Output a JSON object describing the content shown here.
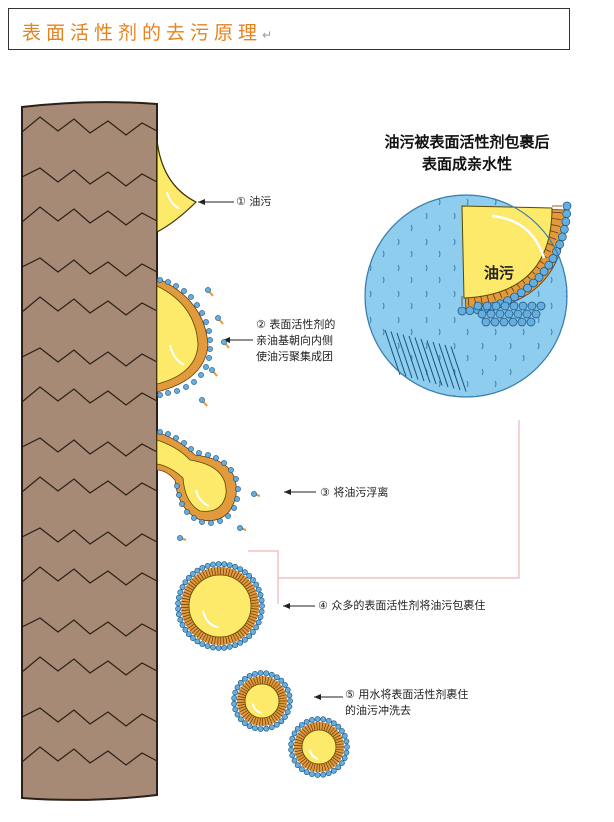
{
  "title": "表面活性剂的去污原理",
  "title_mark": "↵",
  "inset": {
    "title_line1": "油污被表面活性剂包裹后",
    "title_line2": "表面成亲水性",
    "oil_label": "油污"
  },
  "steps": [
    {
      "lines": [
        "① 油污"
      ]
    },
    {
      "lines": [
        "② 表面活性剂的",
        "亲油基朝向内侧",
        "使油污聚集成团"
      ]
    },
    {
      "lines": [
        "③ 将油污浮离"
      ]
    },
    {
      "lines": [
        "④ 众多的表面活性剂将油污包裹住"
      ]
    },
    {
      "lines": [
        "⑤ 用水将表面活性剂裹住",
        "的油污冲洗去"
      ]
    }
  ],
  "colors": {
    "fiber": "#a68a75",
    "oil": "#fde96a",
    "tail": "#e19a3c",
    "head": "#64aee0",
    "water": "#8ecdee",
    "connector": "#f0b4b4"
  }
}
